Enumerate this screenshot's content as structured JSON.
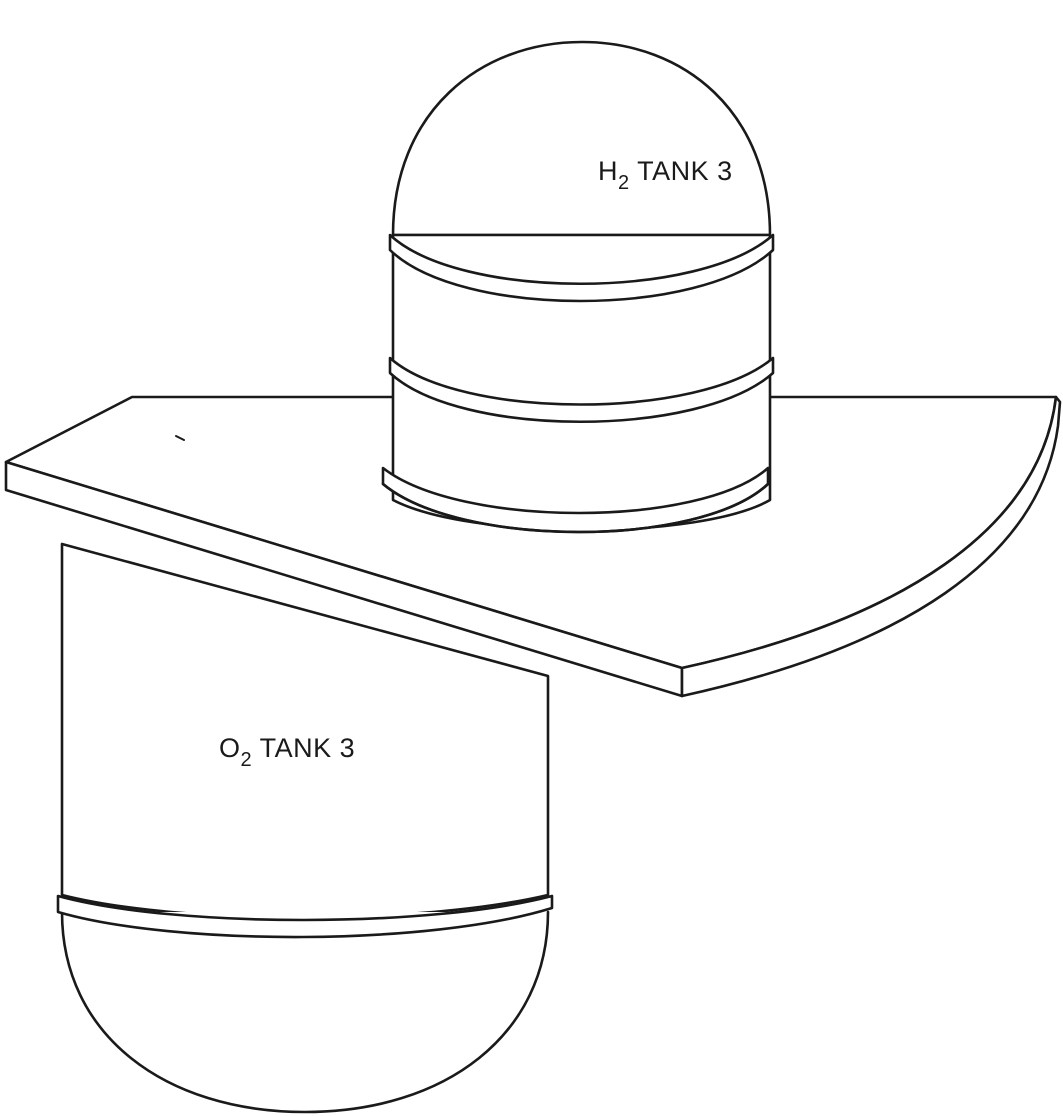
{
  "diagram": {
    "tanks": [
      {
        "id": "h2",
        "prefix": "H",
        "subscript": "2",
        "suffix": " TANK 3"
      },
      {
        "id": "o2",
        "prefix": "O",
        "subscript": "2",
        "suffix": " TANK 3"
      }
    ]
  }
}
